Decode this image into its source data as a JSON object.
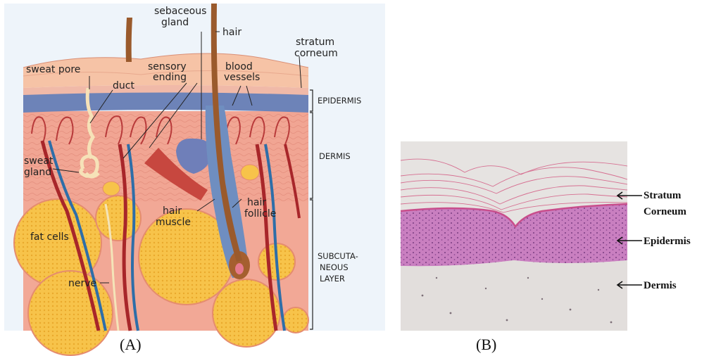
{
  "panel_a": {
    "caption": "(A)",
    "labels": {
      "sebaceous_line1": "sebaceous",
      "sebaceous_line2": "gland",
      "hair": "hair",
      "stratum_line1": "stratum",
      "stratum_line2": "corneum",
      "sweat_pore": "sweat pore",
      "sensory_line1": "sensory",
      "sensory_line2": "ending",
      "blood_line1": "blood",
      "blood_line2": "vessels",
      "duct": "duct",
      "epidermis": "EPIDERMIS",
      "dermis": "DERMIS",
      "sweat_line1": "sweat",
      "sweat_line2": "gland",
      "hair_muscle_line1": "hair",
      "hair_muscle_line2": "muscle",
      "hair_follicle_line1": "hair",
      "hair_follicle_line2": "follicle",
      "fat_cells": "fat cells",
      "nerve": "nerve",
      "subcut_line1": "SUBCUTA-",
      "subcut_line2": "NEOUS",
      "subcut_line3": "LAYER"
    }
  },
  "panel_b": {
    "caption": "(B)",
    "labels": {
      "stratum_line1": "Stratum",
      "stratum_line2": "Corneum",
      "epidermis": "Epidermis",
      "dermis": "Dermis"
    }
  }
}
